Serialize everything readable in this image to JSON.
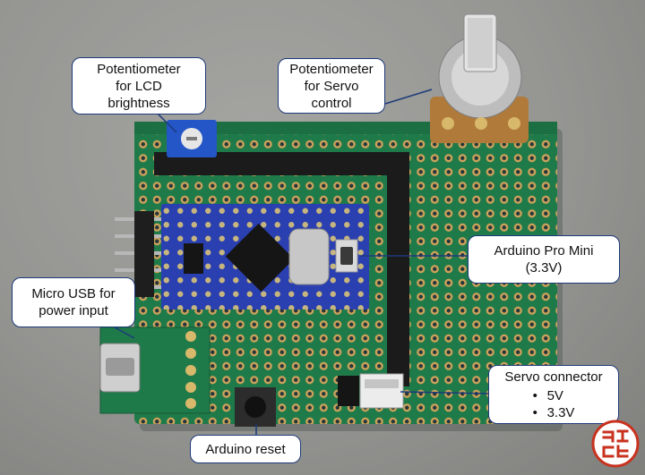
{
  "callouts": {
    "lcd_pot": {
      "lines": [
        "Potentiometer",
        "for LCD",
        "brightness"
      ]
    },
    "servo_pot": {
      "lines": [
        "Potentiometer",
        "for Servo",
        "control"
      ]
    },
    "pro_mini": {
      "lines": [
        "Arduino Pro Mini",
        "(3.3V)"
      ]
    },
    "micro_usb": {
      "lines": [
        "Micro USB for",
        "power input"
      ]
    },
    "reset": {
      "label": "Arduino reset"
    },
    "servo_connector": {
      "title": "Servo connector",
      "items": [
        "5V",
        "3.3V"
      ]
    }
  },
  "colors": {
    "pcb": "#1f7a4a",
    "arduino": "#2a3fb0",
    "callout_border": "#1d3a7a",
    "stamp": "#c8321f"
  },
  "icons": [
    "watermark-stamp"
  ]
}
